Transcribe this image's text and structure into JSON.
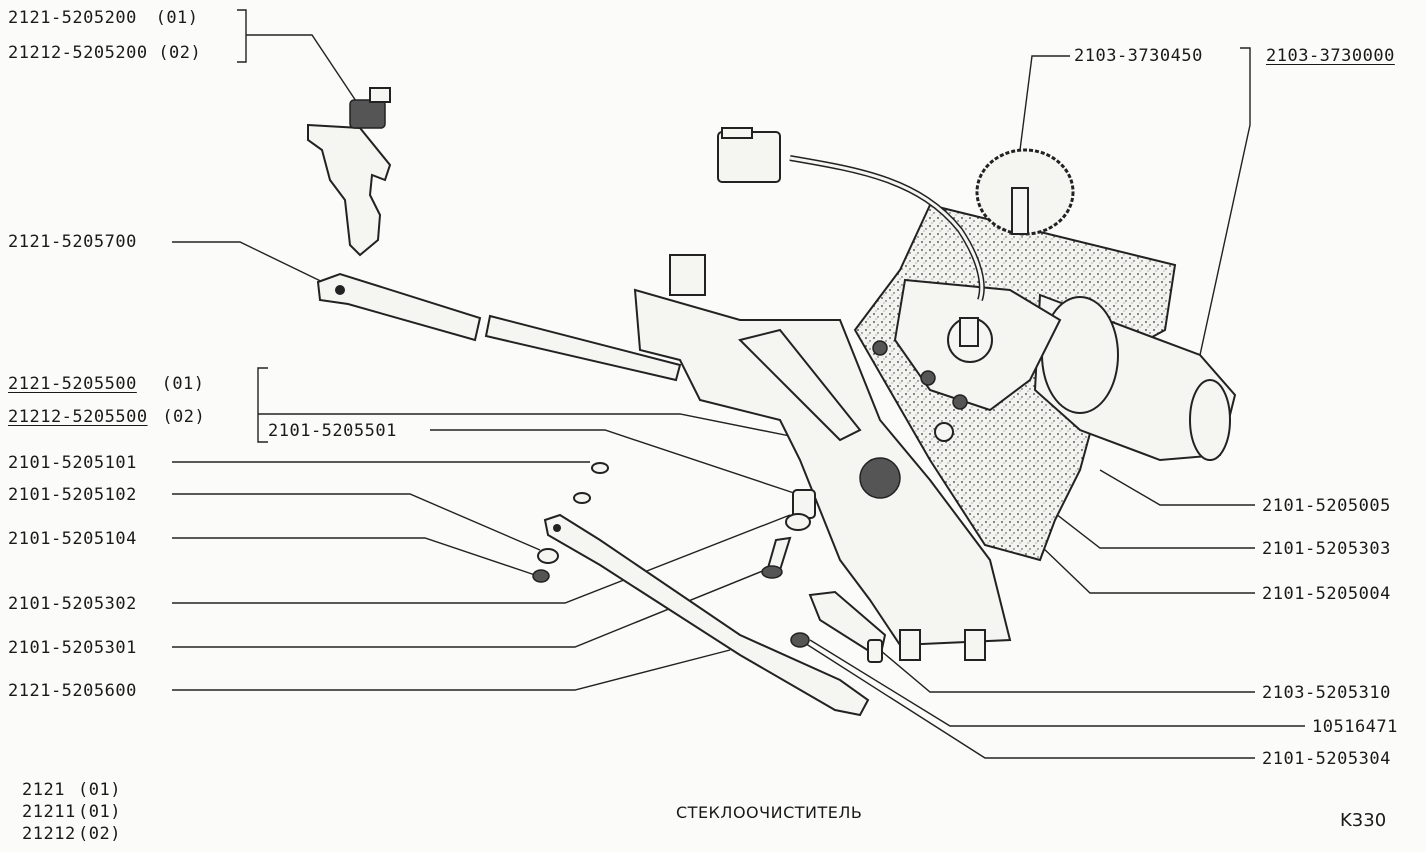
{
  "callouts_left": [
    {
      "code": "2121-5205200",
      "variant": "(01)"
    },
    {
      "code": "21212-5205200",
      "variant": "(02)"
    },
    {
      "code": "2121-5205700",
      "variant": ""
    },
    {
      "code": "2121-5205500",
      "variant": "(01)"
    },
    {
      "code": "21212-5205500",
      "variant": "(02)"
    },
    {
      "code": "2101-5205501",
      "variant": ""
    },
    {
      "code": "2101-5205101",
      "variant": ""
    },
    {
      "code": "2101-5205102",
      "variant": ""
    },
    {
      "code": "2101-5205104",
      "variant": ""
    },
    {
      "code": "2101-5205302",
      "variant": ""
    },
    {
      "code": "2101-5205301",
      "variant": ""
    },
    {
      "code": "2121-5205600",
      "variant": ""
    }
  ],
  "callouts_right": [
    {
      "code": "2103-3730450"
    },
    {
      "code": "2103-3730000"
    },
    {
      "code": "2101-5205005"
    },
    {
      "code": "2101-5205303"
    },
    {
      "code": "2101-5205004"
    },
    {
      "code": "2103-5205310"
    },
    {
      "code": "10516471"
    },
    {
      "code": "2101-5205304"
    }
  ],
  "applicability": [
    {
      "model": "2121",
      "variant": "(01)"
    },
    {
      "model": "21211",
      "variant": "(01)"
    },
    {
      "model": "21212",
      "variant": "(02)"
    }
  ],
  "title": "СТЕКЛООЧИСТИТЕЛЬ",
  "page_code": "K330"
}
